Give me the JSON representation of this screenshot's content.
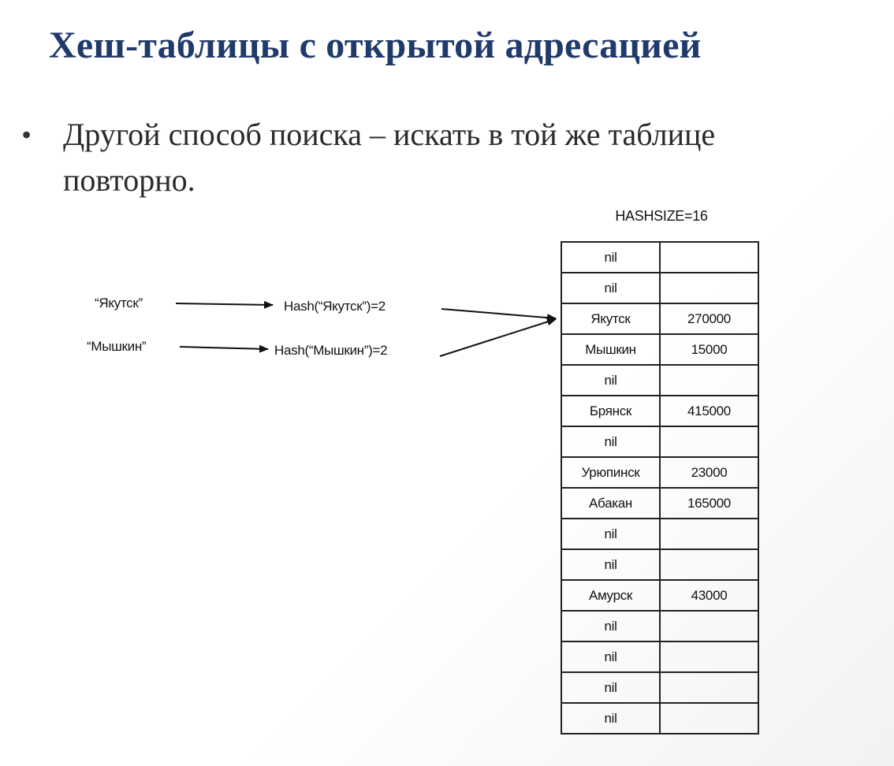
{
  "slide": {
    "title": "Хеш-таблицы с открытой адресацией",
    "bullet": "Другой способ поиска – искать в той же таблице повторно."
  },
  "diagram": {
    "hashsize_label": "HASHSIZE=16",
    "inputs": [
      {
        "key_label": "“Якутск”",
        "hash_label": "Hash(“Якутск”)=2"
      },
      {
        "key_label": "“Мышкин”",
        "hash_label": "Hash(“Мышкин”)=2"
      }
    ],
    "table": [
      {
        "key": "nil",
        "value": ""
      },
      {
        "key": "nil",
        "value": ""
      },
      {
        "key": "Якутск",
        "value": "270000"
      },
      {
        "key": "Мышкин",
        "value": "15000"
      },
      {
        "key": "nil",
        "value": ""
      },
      {
        "key": "Брянск",
        "value": "415000"
      },
      {
        "key": "nil",
        "value": ""
      },
      {
        "key": "Урюпинск",
        "value": "23000"
      },
      {
        "key": "Абакан",
        "value": "165000"
      },
      {
        "key": "nil",
        "value": ""
      },
      {
        "key": "nil",
        "value": ""
      },
      {
        "key": "Амурск",
        "value": "43000"
      },
      {
        "key": "nil",
        "value": ""
      },
      {
        "key": "nil",
        "value": ""
      },
      {
        "key": "nil",
        "value": ""
      },
      {
        "key": "nil",
        "value": ""
      }
    ]
  }
}
